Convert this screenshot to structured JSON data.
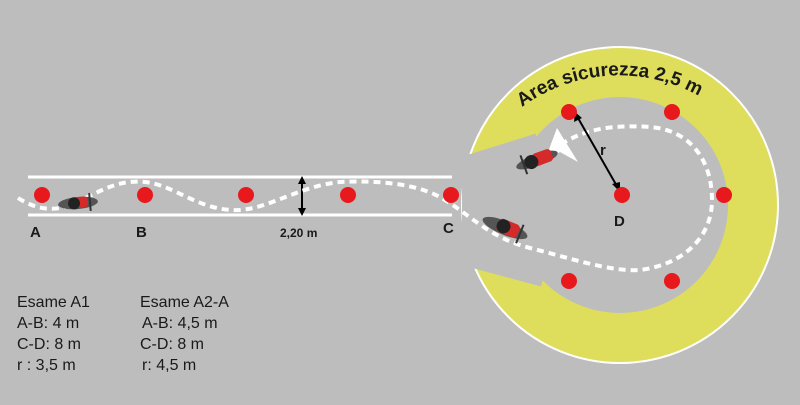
{
  "diagram": {
    "points": {
      "a": "A",
      "b": "B",
      "c": "C",
      "d": "D"
    },
    "lane_width": "2,20 m",
    "radius_symbol": "r",
    "safety_area": "Area sicurezza 2,5 m"
  },
  "legend": {
    "a1": {
      "title": "Esame A1",
      "lines": [
        "A-B: 4 m",
        "C-D: 8 m",
        "r : 3,5 m"
      ]
    },
    "a2a": {
      "title": "Esame A2-A",
      "lines": [
        "A-B: 4,5 m",
        "C-D: 8 m",
        "r: 4,5 m"
      ]
    }
  },
  "colors": {
    "background": "#bdbdbd",
    "safety_ring": "#dede5c",
    "cone": "#e8191c",
    "line": "#ffffff",
    "text": "#1a1a1a"
  }
}
